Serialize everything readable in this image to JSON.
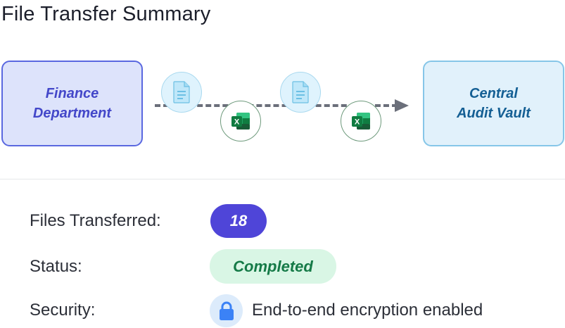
{
  "header": {
    "title": "File Transfer Summary"
  },
  "flow": {
    "source": {
      "line1": "Finance",
      "line2": "Department"
    },
    "target": {
      "line1": "Central",
      "line2": "Audit Vault"
    },
    "icons": [
      "document-icon",
      "excel-icon",
      "document-icon",
      "excel-icon"
    ],
    "colors": {
      "source_fill": "#dde3fb",
      "source_border": "#5a68e0",
      "source_text": "#4347c9",
      "target_fill": "#e1f1fb",
      "target_border": "#86c6e8",
      "target_text": "#145f94",
      "arrow": "#6b6f7a"
    }
  },
  "details": {
    "files_label": "Files Transferred:",
    "files_count": "18",
    "status_label": "Status:",
    "status_value": "Completed",
    "security_label": "Security:",
    "security_value": "End-to-end encryption enabled",
    "security_icon": "lock-icon",
    "colors": {
      "count_badge": "#4f45d8",
      "status_badge_bg": "#d9f6e5",
      "status_badge_text": "#157a47",
      "lock": "#3b82f6"
    }
  }
}
